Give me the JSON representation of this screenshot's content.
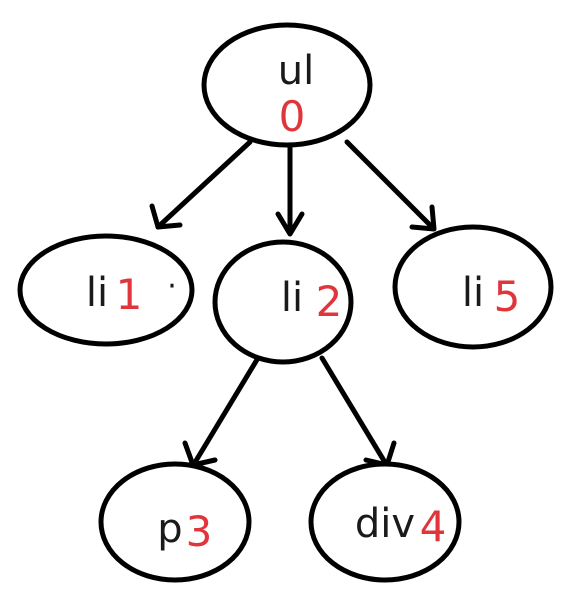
{
  "colors": {
    "outline": "#000000",
    "tag_text": "#1a1a1a",
    "index_text": "#e0353b"
  },
  "nodes": {
    "ul": {
      "tag": "ul",
      "index": "0"
    },
    "li1": {
      "tag": "li",
      "index": "1",
      "mark": "·"
    },
    "li2": {
      "tag": "li",
      "index": "2"
    },
    "li5": {
      "tag": "li",
      "index": "5"
    },
    "p3": {
      "tag": "p",
      "index": "3"
    },
    "div4": {
      "tag": "div",
      "index": "4"
    }
  },
  "edges": [
    {
      "from": "ul",
      "to": "li1"
    },
    {
      "from": "ul",
      "to": "li2"
    },
    {
      "from": "ul",
      "to": "li5"
    },
    {
      "from": "li2",
      "to": "p3"
    },
    {
      "from": "li2",
      "to": "div4"
    }
  ]
}
